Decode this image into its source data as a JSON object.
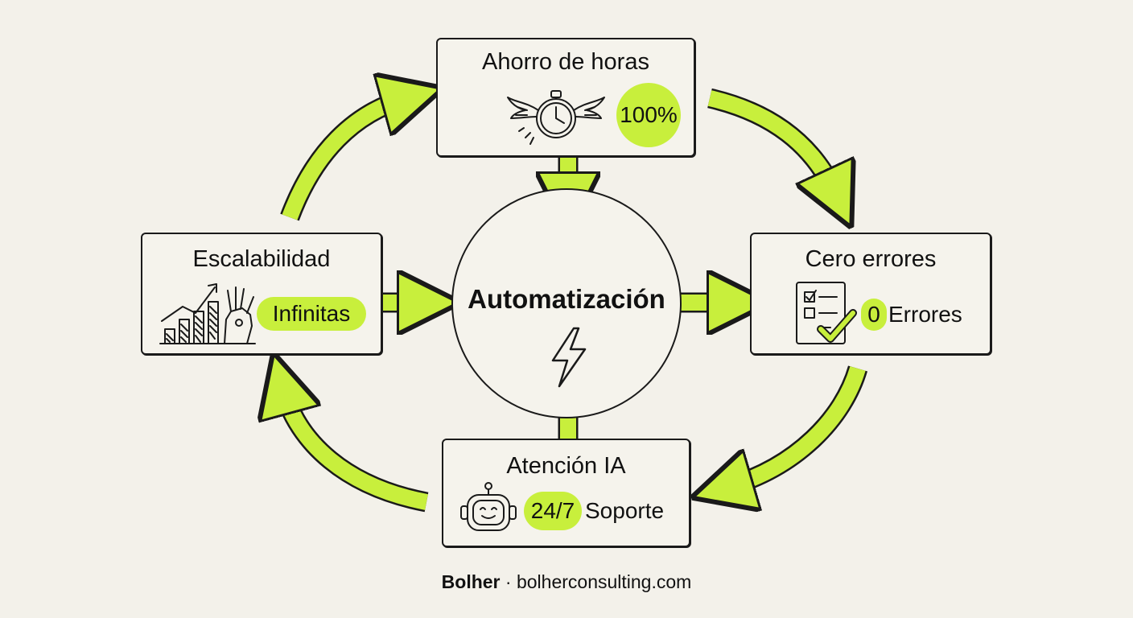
{
  "center": {
    "label": "Automatización",
    "icon": "lightning-bolt-icon"
  },
  "nodes": {
    "top": {
      "title": "Ahorro de horas",
      "badge": "100%",
      "icon": "winged-stopwatch-icon"
    },
    "right": {
      "title": "Cero errores",
      "badge": "0",
      "label": "Errores",
      "icon": "checklist-icon"
    },
    "bottom": {
      "title": "Atención IA",
      "badge": "24/7",
      "label": "Soporte",
      "icon": "robot-icon"
    },
    "left": {
      "title": "Escalabilidad",
      "badge": "Infinitas",
      "icon": "growth-chart-robot-hand-icon"
    }
  },
  "footer": {
    "brand": "Bolher",
    "separator": "·",
    "url": "bolherconsulting.com"
  },
  "colors": {
    "accent": "#c8ef3c",
    "outline": "#1a1a1a",
    "background": "#f3f1ea"
  }
}
